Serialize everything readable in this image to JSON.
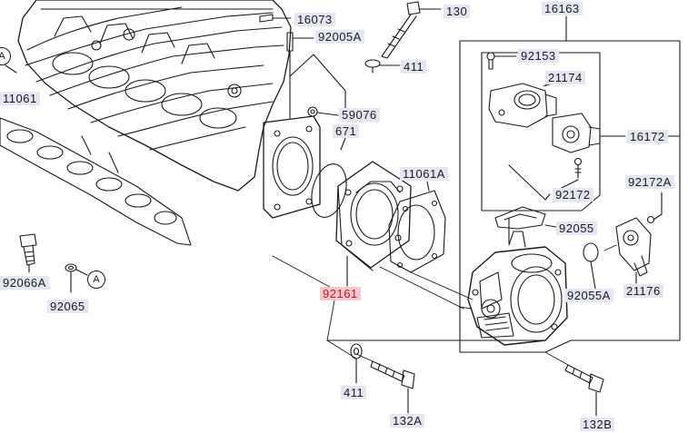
{
  "labels": {
    "p16073": "16073",
    "p130": "130",
    "p16163": "16163",
    "p92005A": "92005A",
    "p411_top": "411",
    "p92153": "92153",
    "p21174": "21174",
    "p59076": "59076",
    "p671": "671",
    "p16172": "16172",
    "p11061": "11061",
    "p11061A": "11061A",
    "p92172A": "92172A",
    "p92172": "92172",
    "p92055": "92055",
    "p92066A": "92066A",
    "p92065": "92065",
    "p92161": "92161",
    "p92055A": "92055A",
    "p21176": "21176",
    "p411_bot": "411",
    "p132A": "132A",
    "p132B": "132B"
  },
  "callouts": {
    "a_top": "A",
    "a_bottom": "A"
  },
  "highlight": {
    "color": "#c4161c",
    "background": "#f7c9cf"
  },
  "label_background": "#e6e6f3"
}
